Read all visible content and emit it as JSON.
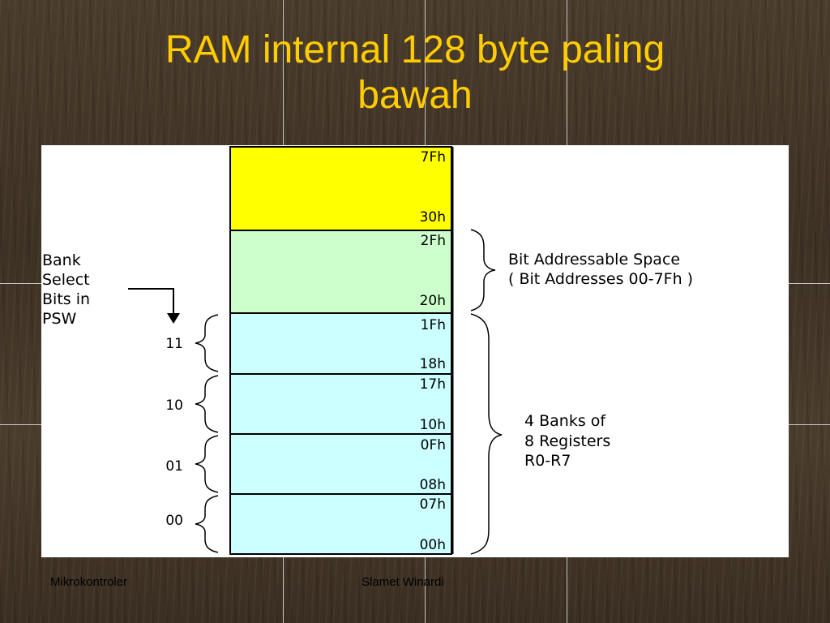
{
  "title_line1": "RAM internal 128 byte paling",
  "title_line2": "bawah",
  "colors": {
    "title": "#ffcc00",
    "general_ram": "#ffff00",
    "bit_addressable": "#ccffcc",
    "register_banks": "#ccffff"
  },
  "memory_blocks": [
    {
      "top_label": "7Fh",
      "bottom_label": "30h",
      "fill": "general_ram"
    },
    {
      "top_label": "2Fh",
      "bottom_label": "20h",
      "fill": "bit_addressable"
    },
    {
      "top_label": "1Fh",
      "bottom_label": "18h",
      "fill": "register_banks"
    },
    {
      "top_label": "17h",
      "bottom_label": "10h",
      "fill": "register_banks"
    },
    {
      "top_label": "0Fh",
      "bottom_label": "08h",
      "fill": "register_banks"
    },
    {
      "top_label": "07h",
      "bottom_label": "00h",
      "fill": "register_banks"
    }
  ],
  "bank_select": {
    "label_lines": [
      "Bank",
      "Select",
      "Bits in",
      "PSW"
    ],
    "codes": [
      "11",
      "10",
      "01",
      "00"
    ]
  },
  "bit_space": {
    "line1": "Bit Addressable Space",
    "line2": "( Bit Addresses 00-7Fh )"
  },
  "banks_note": {
    "line1": "4 Banks of",
    "line2": "8 Registers",
    "line3": "R0-R7"
  },
  "footer": {
    "left": "Mikrokontroler",
    "center": "Slamet Winardi"
  }
}
